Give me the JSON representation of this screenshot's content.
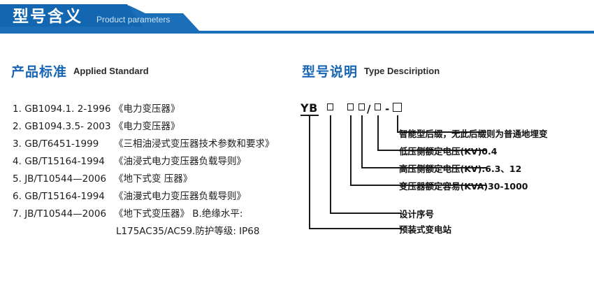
{
  "banner": {
    "title": "型号含义",
    "subtitle": "Product parameters",
    "color": "#1a6fb8",
    "color_dark": "#1366b0"
  },
  "sections": {
    "left": {
      "cn": "产品标准",
      "en": "Applied Standard",
      "accent": "#1765b5"
    },
    "right": {
      "cn": "型号说明",
      "en": "Type Desciription",
      "accent": "#1765b5"
    }
  },
  "standards": [
    {
      "index": "1.",
      "code": "GB1094.1. 2-1996",
      "name": "《电力变压器》"
    },
    {
      "index": "2.",
      "code": "GB1094.3.5- 2003",
      "name": "《电力变压器》"
    },
    {
      "index": "3.",
      "code": "GB/T6451-1999",
      "name": "《三相油浸式变压器技术参数和要求》"
    },
    {
      "index": "4.",
      "code": "GB/T15164-1994",
      "name": "《油浸式电力变压器负载导则》"
    },
    {
      "index": "5.",
      "code": "JB/T10544—2006",
      "name": "《地下式变 压器》"
    },
    {
      "index": "6.",
      "code": "GB/T15164-1994",
      "name": "《油漫式电力变压器负载导则》"
    },
    {
      "index": "7.",
      "code": "JB/T10544—2006",
      "name": "《地下式变压器》 B.绝缘水平:"
    }
  ],
  "standards_continuation": "L175AC35/AC59.防护等级: IP68",
  "model_code": {
    "prefix": "YB",
    "slash": "/",
    "dash": "-"
  },
  "callouts": [
    {
      "key": "suffix",
      "text": "智能型后缀，无此后缀则为普通地埋变"
    },
    {
      "key": "lv",
      "text": "低压侧额定电压(KV)0.4"
    },
    {
      "key": "hv",
      "text": "高压侧额定电压(KV):6.3、12"
    },
    {
      "key": "capacity",
      "text": "变压器额定容易(KVA)30-1000"
    },
    {
      "key": "design",
      "text": "设计序号"
    },
    {
      "key": "station",
      "text": "预装式变电站"
    }
  ]
}
